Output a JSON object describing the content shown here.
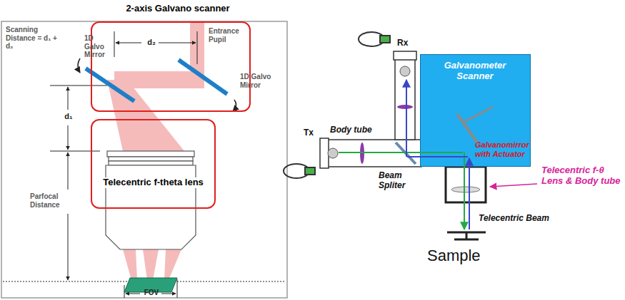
{
  "diagram": {
    "nodes": [
      {
        "text": [
          "2-axis Galvano scanner"
        ]
      },
      {
        "text": [
          "Telecentric f-theta lens"
        ]
      },
      {
        "text": [
          "Galvanometer Scanner",
          "Galvanomirror with Actuator"
        ]
      }
    ],
    "labels": [
      "Scanning Distance = d₁ + d₂",
      "d₂",
      "Entrance Pupil",
      "1D Galvo Mirror",
      "1D Galvo Mirror",
      "d₁",
      "Parfocal Distance",
      "FOV",
      "Rx",
      "Body tube",
      "Tx",
      "Beam Spliter",
      "Telecentric f-θ Lens & Body tube",
      "Telecentric Beam",
      "Sample"
    ]
  }
}
